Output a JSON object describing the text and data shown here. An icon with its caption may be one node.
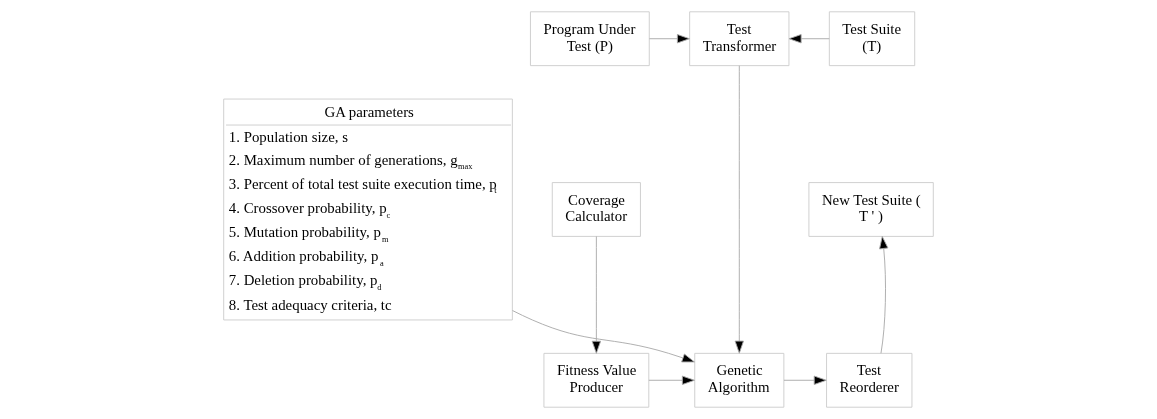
{
  "diagram": {
    "nodes": [
      {
        "text": [
          "GA parameters",
          "1. Population size, s",
          "2. Maximum number of generations, g$_{max}$",
          "3. Percent of total test suite execution time, p$_{t}$",
          "4. Crossover probability, p$_{c}$",
          "5. Mutation probability, p$_{m}$",
          "6. Addition probability, p$_{a}$",
          "7. Deletion probability, p$_{d}$",
          "8. Test adequacy criteria, tc"
        ]
      },
      {
        "text": [
          "Program Under Test (P)"
        ]
      },
      {
        "text": [
          "Test Transformer"
        ]
      },
      {
        "text": [
          "Test Suite (T)"
        ]
      },
      {
        "text": [
          "Coverage Calculator"
        ]
      },
      {
        "text": [
          "New Test Suite ( T ' )"
        ]
      },
      {
        "text": [
          "Fitness Value Producer"
        ]
      },
      {
        "text": [
          "Genetic Algorithm"
        ]
      },
      {
        "text": [
          "Test Reorderer"
        ]
      }
    ],
    "edges": [
      {
        "from": 1,
        "to": 2,
        "arrow": "to"
      },
      {
        "from": 3,
        "to": 2,
        "arrow": "to"
      },
      {
        "from": 2,
        "to": 7,
        "arrow": "to"
      },
      {
        "from": 4,
        "to": 6,
        "arrow": "to"
      },
      {
        "from": 6,
        "to": 7,
        "arrow": "to"
      },
      {
        "from": 7,
        "to": 8,
        "arrow": "to"
      },
      {
        "from": 8,
        "to": 5,
        "arrow": "to"
      },
      {
        "from": 0,
        "to": 7,
        "arrow": "to"
      }
    ]
  }
}
